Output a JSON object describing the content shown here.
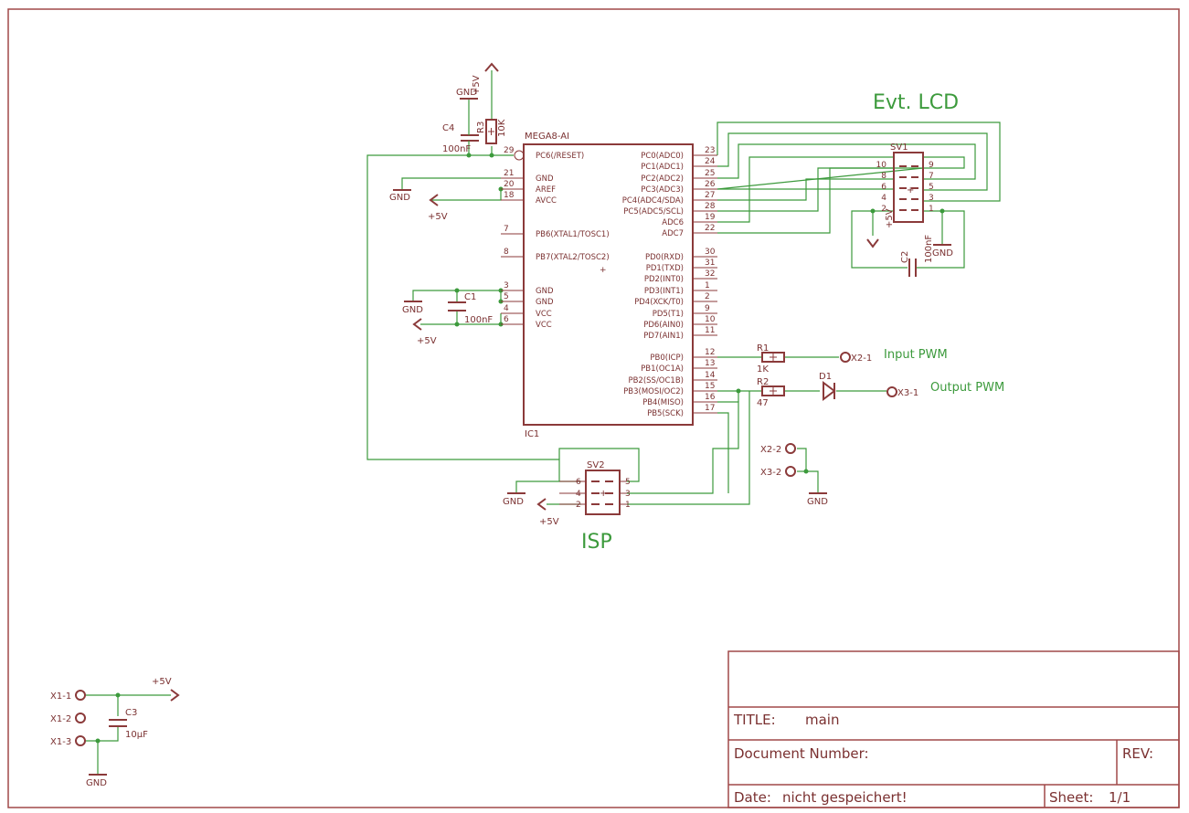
{
  "labels": {
    "lcd_title": "Evt. LCD",
    "isp_title": "ISP",
    "input_pwm": "Input PWM",
    "output_pwm": "Output PWM",
    "ic_name": "IC1",
    "ic_value": "MEGA8-AI",
    "gnd": "GND",
    "vcc": "+5V"
  },
  "components": {
    "c1": {
      "name": "C1",
      "value": "100nF"
    },
    "c2": {
      "name": "C2",
      "value": "100nF"
    },
    "c3": {
      "name": "C3",
      "value": "10µF"
    },
    "c4": {
      "name": "C4",
      "value": "100nF"
    },
    "r1": {
      "name": "R1",
      "value": "1K"
    },
    "r2": {
      "name": "R2",
      "value": "47"
    },
    "r3": {
      "name": "R3",
      "value": "10K"
    },
    "d1": {
      "name": "D1"
    },
    "sv1": {
      "name": "SV1"
    },
    "sv2": {
      "name": "SV2"
    }
  },
  "ic_pins_left": [
    {
      "num": "29",
      "name": "PC6(/RESET)"
    },
    {
      "num": "21",
      "name": "GND"
    },
    {
      "num": "20",
      "name": "AREF"
    },
    {
      "num": "18",
      "name": "AVCC"
    },
    {
      "num": "7",
      "name": "PB6(XTAL1/TOSC1)"
    },
    {
      "num": "8",
      "name": "PB7(XTAL2/TOSC2)"
    },
    {
      "num": "3",
      "name": "GND"
    },
    {
      "num": "5",
      "name": "GND"
    },
    {
      "num": "4",
      "name": "VCC"
    },
    {
      "num": "6",
      "name": "VCC"
    }
  ],
  "ic_pins_right": [
    {
      "num": "23",
      "name": "PC0(ADC0)"
    },
    {
      "num": "24",
      "name": "PC1(ADC1)"
    },
    {
      "num": "25",
      "name": "PC2(ADC2)"
    },
    {
      "num": "26",
      "name": "PC3(ADC3)"
    },
    {
      "num": "27",
      "name": "PC4(ADC4/SDA)"
    },
    {
      "num": "28",
      "name": "PC5(ADC5/SCL)"
    },
    {
      "num": "19",
      "name": "ADC6"
    },
    {
      "num": "22",
      "name": "ADC7"
    },
    {
      "num": "30",
      "name": "PD0(RXD)"
    },
    {
      "num": "31",
      "name": "PD1(TXD)"
    },
    {
      "num": "32",
      "name": "PD2(INT0)"
    },
    {
      "num": "1",
      "name": "PD3(INT1)"
    },
    {
      "num": "2",
      "name": "PD4(XCK/T0)"
    },
    {
      "num": "9",
      "name": "PD5(T1)"
    },
    {
      "num": "10",
      "name": "PD6(AIN0)"
    },
    {
      "num": "11",
      "name": "PD7(AIN1)"
    },
    {
      "num": "12",
      "name": "PB0(ICP)"
    },
    {
      "num": "13",
      "name": "PB1(OC1A)"
    },
    {
      "num": "14",
      "name": "PB2(SS/OC1B)"
    },
    {
      "num": "15",
      "name": "PB3(MOSI/OC2)"
    },
    {
      "num": "16",
      "name": "PB4(MISO)"
    },
    {
      "num": "17",
      "name": "PB5(SCK)"
    }
  ],
  "sv1_pins": {
    "left": [
      "10",
      "8",
      "6",
      "4",
      "2"
    ],
    "right": [
      "9",
      "7",
      "5",
      "3",
      "1"
    ]
  },
  "sv2_pins": {
    "left": [
      "6",
      "4",
      "2"
    ],
    "right": [
      "5",
      "3",
      "1"
    ]
  },
  "connectors": {
    "x2_1": "X2-1",
    "x3_1": "X3-1",
    "x2_2": "X2-2",
    "x3_2": "X3-2",
    "x1_1": "X1-1",
    "x1_2": "X1-2",
    "x1_3": "X1-3"
  },
  "title_block": {
    "title_label": "TITLE:",
    "title_value": "main",
    "doc_label": "Document Number:",
    "rev_label": "REV:",
    "date_label": "Date:",
    "date_value": "nicht gespeichert!",
    "sheet_label": "Sheet:",
    "sheet_value": "1/1"
  }
}
